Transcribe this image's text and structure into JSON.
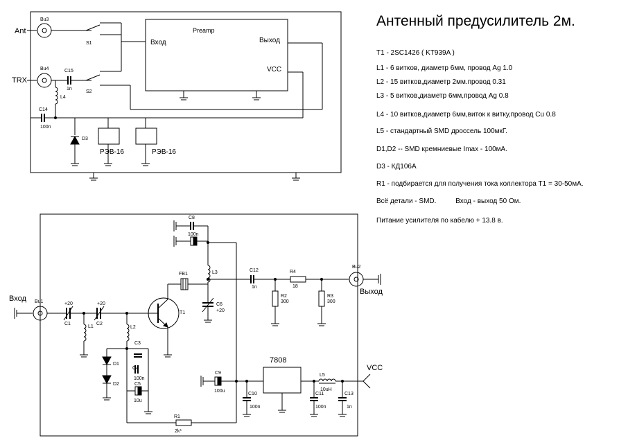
{
  "title": "Антенный предусилитель 2м.",
  "specs": [
    "T1 -  2SC1426  ( KT939A )",
    "L1  -  6 витков, диаметр 6мм, провод Ag 1.0",
    "L2 -  15 витков,диаметр 2мм.провод 0.31",
    "L3  -  5 витков,диаметр 6мм,провод Ag 0.8",
    "L4  -  10 витков,диаметр 6мм,виток к витку,провод Cu 0.8",
    "L5  -  стандартный SMD дроссель 100мкГ.",
    "D1,D2 -- SMD кремниевые Imax - 100мА.",
    "D3 - КД106А",
    "R1 - подбирается для получения тока коллектора T1 = 30-50мА.",
    "Всё детали - SMD.          Вход - выход 50 Ом.",
    "Питание усилителя по кабелю + 13.8 в."
  ],
  "top": {
    "ant": "Ant",
    "trx": "TRX",
    "bu3": "Bu3",
    "bu4": "Bu4",
    "s1": "S1",
    "s2": "S2",
    "c15": "C15",
    "c15_val": "1n",
    "l4": "L4",
    "c14": "C14",
    "c14_val": "100n",
    "d3": "D3",
    "preamp": "Preamp",
    "vhod": "Вход",
    "vyhod": "Выход",
    "vcc": "VCC",
    "relay1": "РЭВ-16",
    "relay2": "РЭВ-16"
  },
  "bottom": {
    "vhod": "Вход",
    "vyhod": "Выход",
    "vcc": "VCC",
    "bu1": "Bu1",
    "bu2": "Bu2",
    "c1": "C1",
    "c1_val": "+20",
    "c2": "C2",
    "c2_val": "+20",
    "l1": "L1",
    "l2": "L2",
    "t1": "T1",
    "fb1": "FB1",
    "l3": "L3",
    "c8": "C8",
    "c8_val": "100n",
    "c6": "C6",
    "c6_val": "+20",
    "c12": "C12",
    "c12_val": "1n",
    "r4": "R4",
    "r4_val": "18",
    "r2": "R2",
    "r2_val": "300",
    "r3": "R3",
    "r3_val": "300",
    "c3": "C3",
    "c3_val": "100n",
    "c4": "C4",
    "c5": "C5",
    "c5_val": "10u",
    "d1": "D1",
    "d2": "D2",
    "r1": "R1",
    "r1_val": "2k*",
    "c9": "C9",
    "c9_val": "100u",
    "reg": "7808",
    "c10": "C10",
    "c10_val": "100n",
    "c11": "C11",
    "c11_val": "100n",
    "l5": "L5",
    "l5_val": "10uH",
    "c13": "C13",
    "c13_val": "1n"
  }
}
